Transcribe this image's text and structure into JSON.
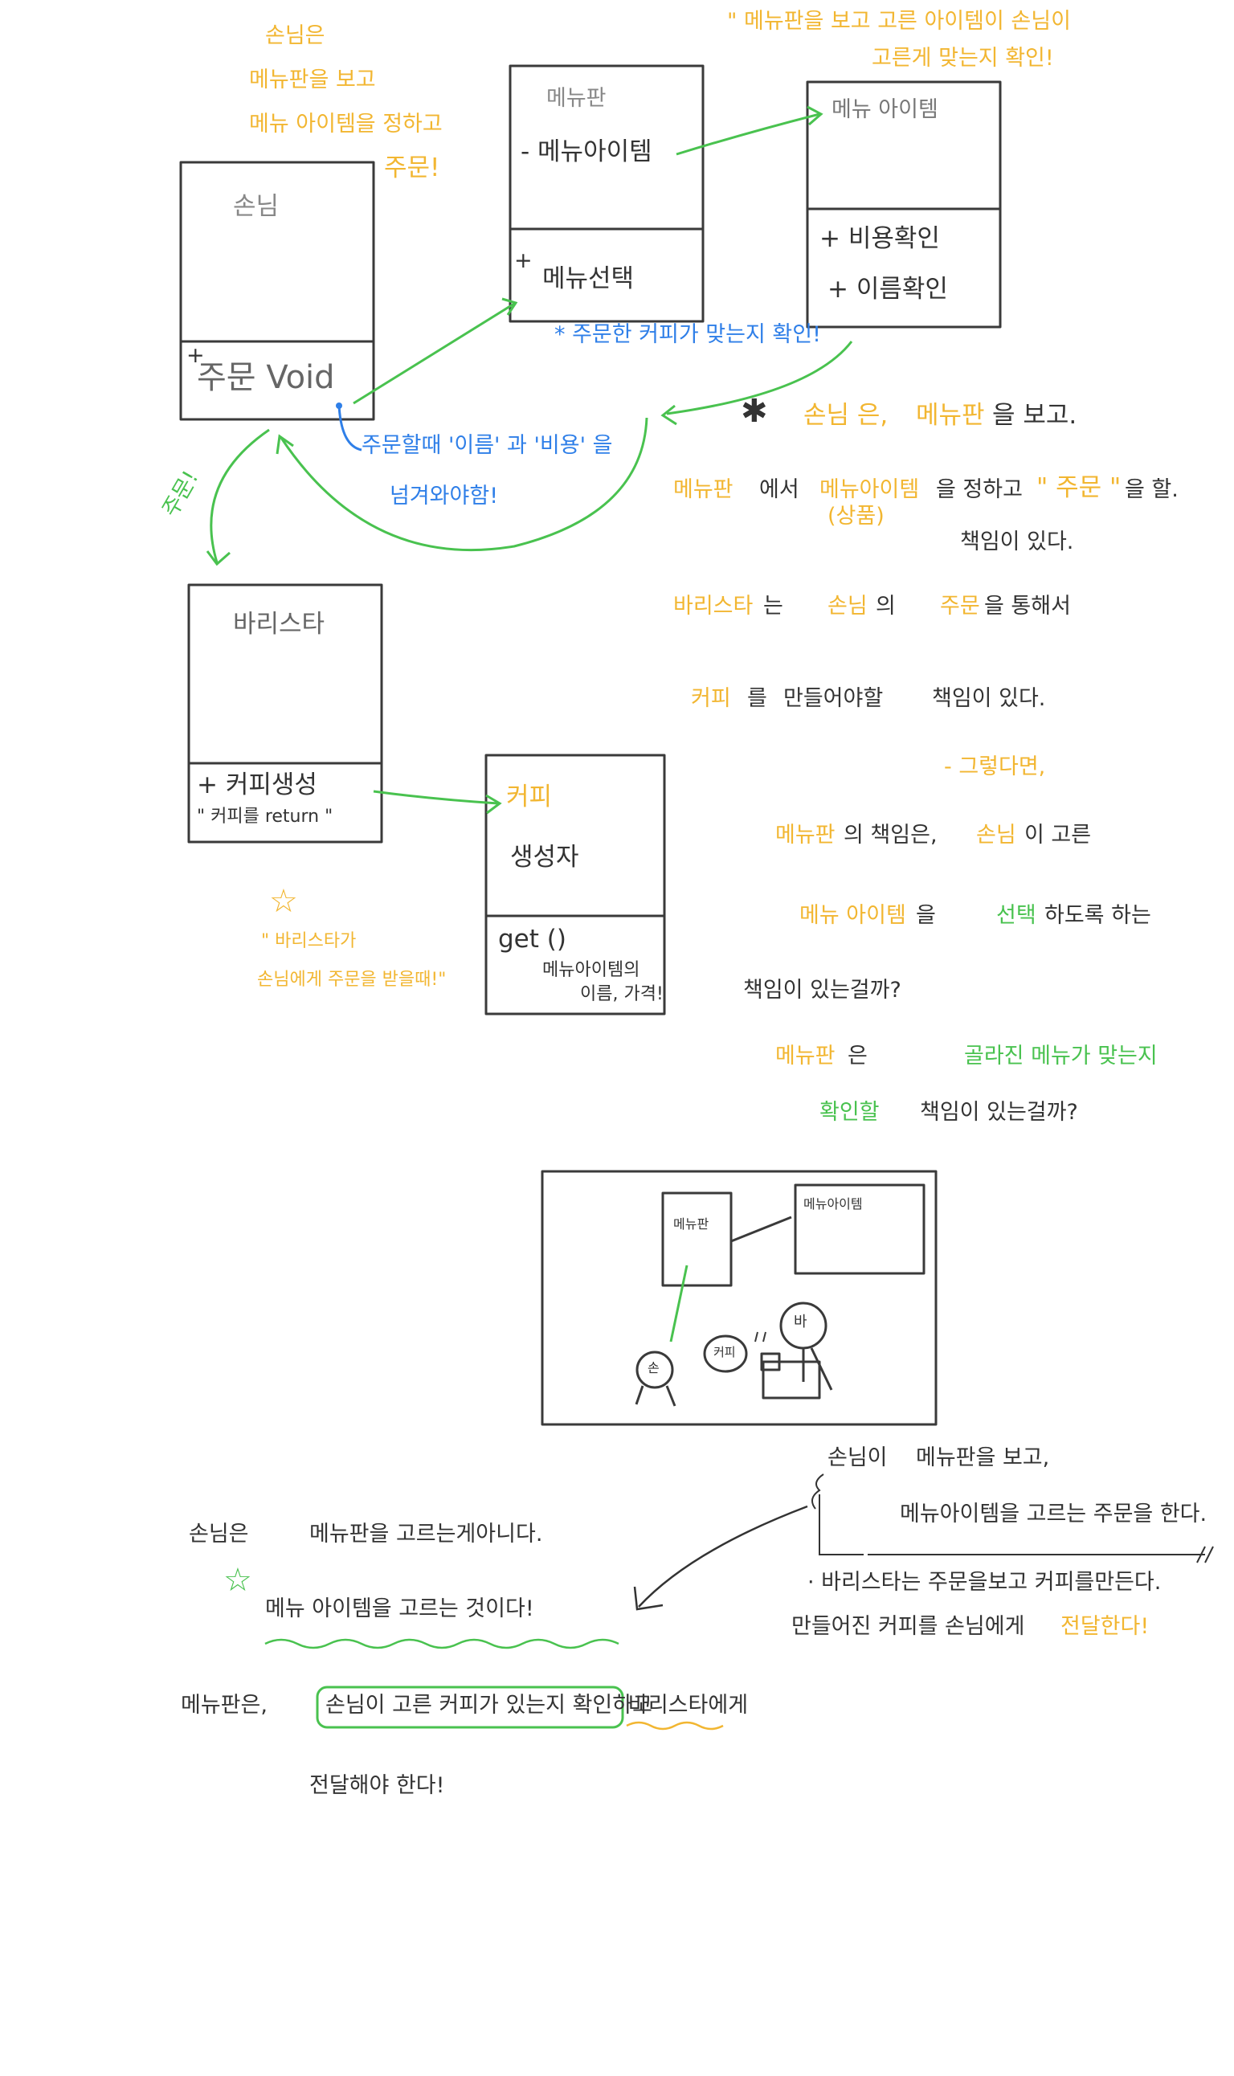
{
  "notes": {
    "top_left": [
      "손님은",
      "메뉴판을 보고",
      "메뉴 아이템을 정하고",
      "주문!"
    ],
    "top_right": [
      "\" 메뉴판을 보고 고른 아이템이 손님이",
      "고른게 맞는지 확인!"
    ],
    "order_arrow": "주문!",
    "confirm_coffee": "* 주문한 커피가 맞는지 확인!",
    "name_price_note": "주문할때 '이름' 과 '비용' 을",
    "name_price_note2": "넘겨와야함!",
    "barista_star": "☆",
    "barista_note": [
      "\" 바리스타가",
      "손님에게 주문을 받을때!\""
    ]
  },
  "classes": {
    "customer": {
      "name": "손님",
      "op_sign": "+",
      "op": "주문 Void"
    },
    "menu": {
      "name": "메뉴판",
      "attr": "- 메뉴아이템",
      "op_sign": "+",
      "op": "메뉴선택"
    },
    "menu_item": {
      "name": "메뉴 아이템",
      "ops": [
        "+ 비용확인",
        "+ 이름확인"
      ]
    },
    "barista": {
      "name": "바리스타",
      "op": "+ 커피생성",
      "op_note": "\" 커피를 return \""
    },
    "coffee": {
      "name": "커피",
      "attr": "생성자",
      "op": "get ()",
      "op_note": [
        "메뉴아이템의",
        "이름, 가격!"
      ]
    }
  },
  "responsibilities": {
    "star": "✱",
    "l1": [
      "손님 은,",
      "메뉴판",
      "을 보고."
    ],
    "l2": [
      "메뉴판",
      "에서",
      "메뉴아이템",
      "을 정하고",
      "\" 주문 \"",
      "을 할."
    ],
    "l2_sub": "(상품)",
    "l3": "책임이 있다.",
    "l4": [
      "바리스타",
      "는",
      "손님",
      "의",
      "주문",
      "을 통해서"
    ],
    "l5": [
      "커피",
      "를",
      "만들어야할",
      "책임이 있다."
    ],
    "l6": "- 그렇다면,",
    "l7": [
      "메뉴판",
      "의 책임은,",
      "손님",
      "이 고른"
    ],
    "l8": [
      "메뉴 아이템",
      "을",
      "선택",
      "하도록 하는"
    ],
    "l9": "책임이 있는걸까?",
    "l10": [
      "메뉴판",
      "은",
      "골라진 메뉴가 맞는지"
    ],
    "l11": [
      "확인할",
      "책임이 있는걸까?"
    ]
  },
  "scene": {
    "menu": "메뉴판",
    "menu_item": "메뉴아이템",
    "customer": "손",
    "coffee": "커피",
    "barista": "바"
  },
  "bottom": {
    "right1": [
      "손님이",
      "메뉴판을 보고,"
    ],
    "right2": "메뉴아이템을 고르는 주문을 한다.",
    "right3": "· 바리스타는 주문을보고 커피를만든다.",
    "right4": [
      "만들어진 커피를 손님에게",
      "전달한다!"
    ],
    "left1": [
      "손님은",
      "메뉴판을 고르는게아니다."
    ],
    "left_star": "☆",
    "left2": "메뉴 아이템을 고르는 것이다!",
    "menu_line": [
      "메뉴판은,",
      "손님이 고른 커피가 있는지 확인하고",
      "바리스타에게"
    ],
    "last": "전달해야 한다!"
  },
  "colors": {
    "yellow": "#f2b631",
    "green": "#49c24f",
    "blue": "#2f7fe8",
    "pencil": "#3a3a3a"
  }
}
